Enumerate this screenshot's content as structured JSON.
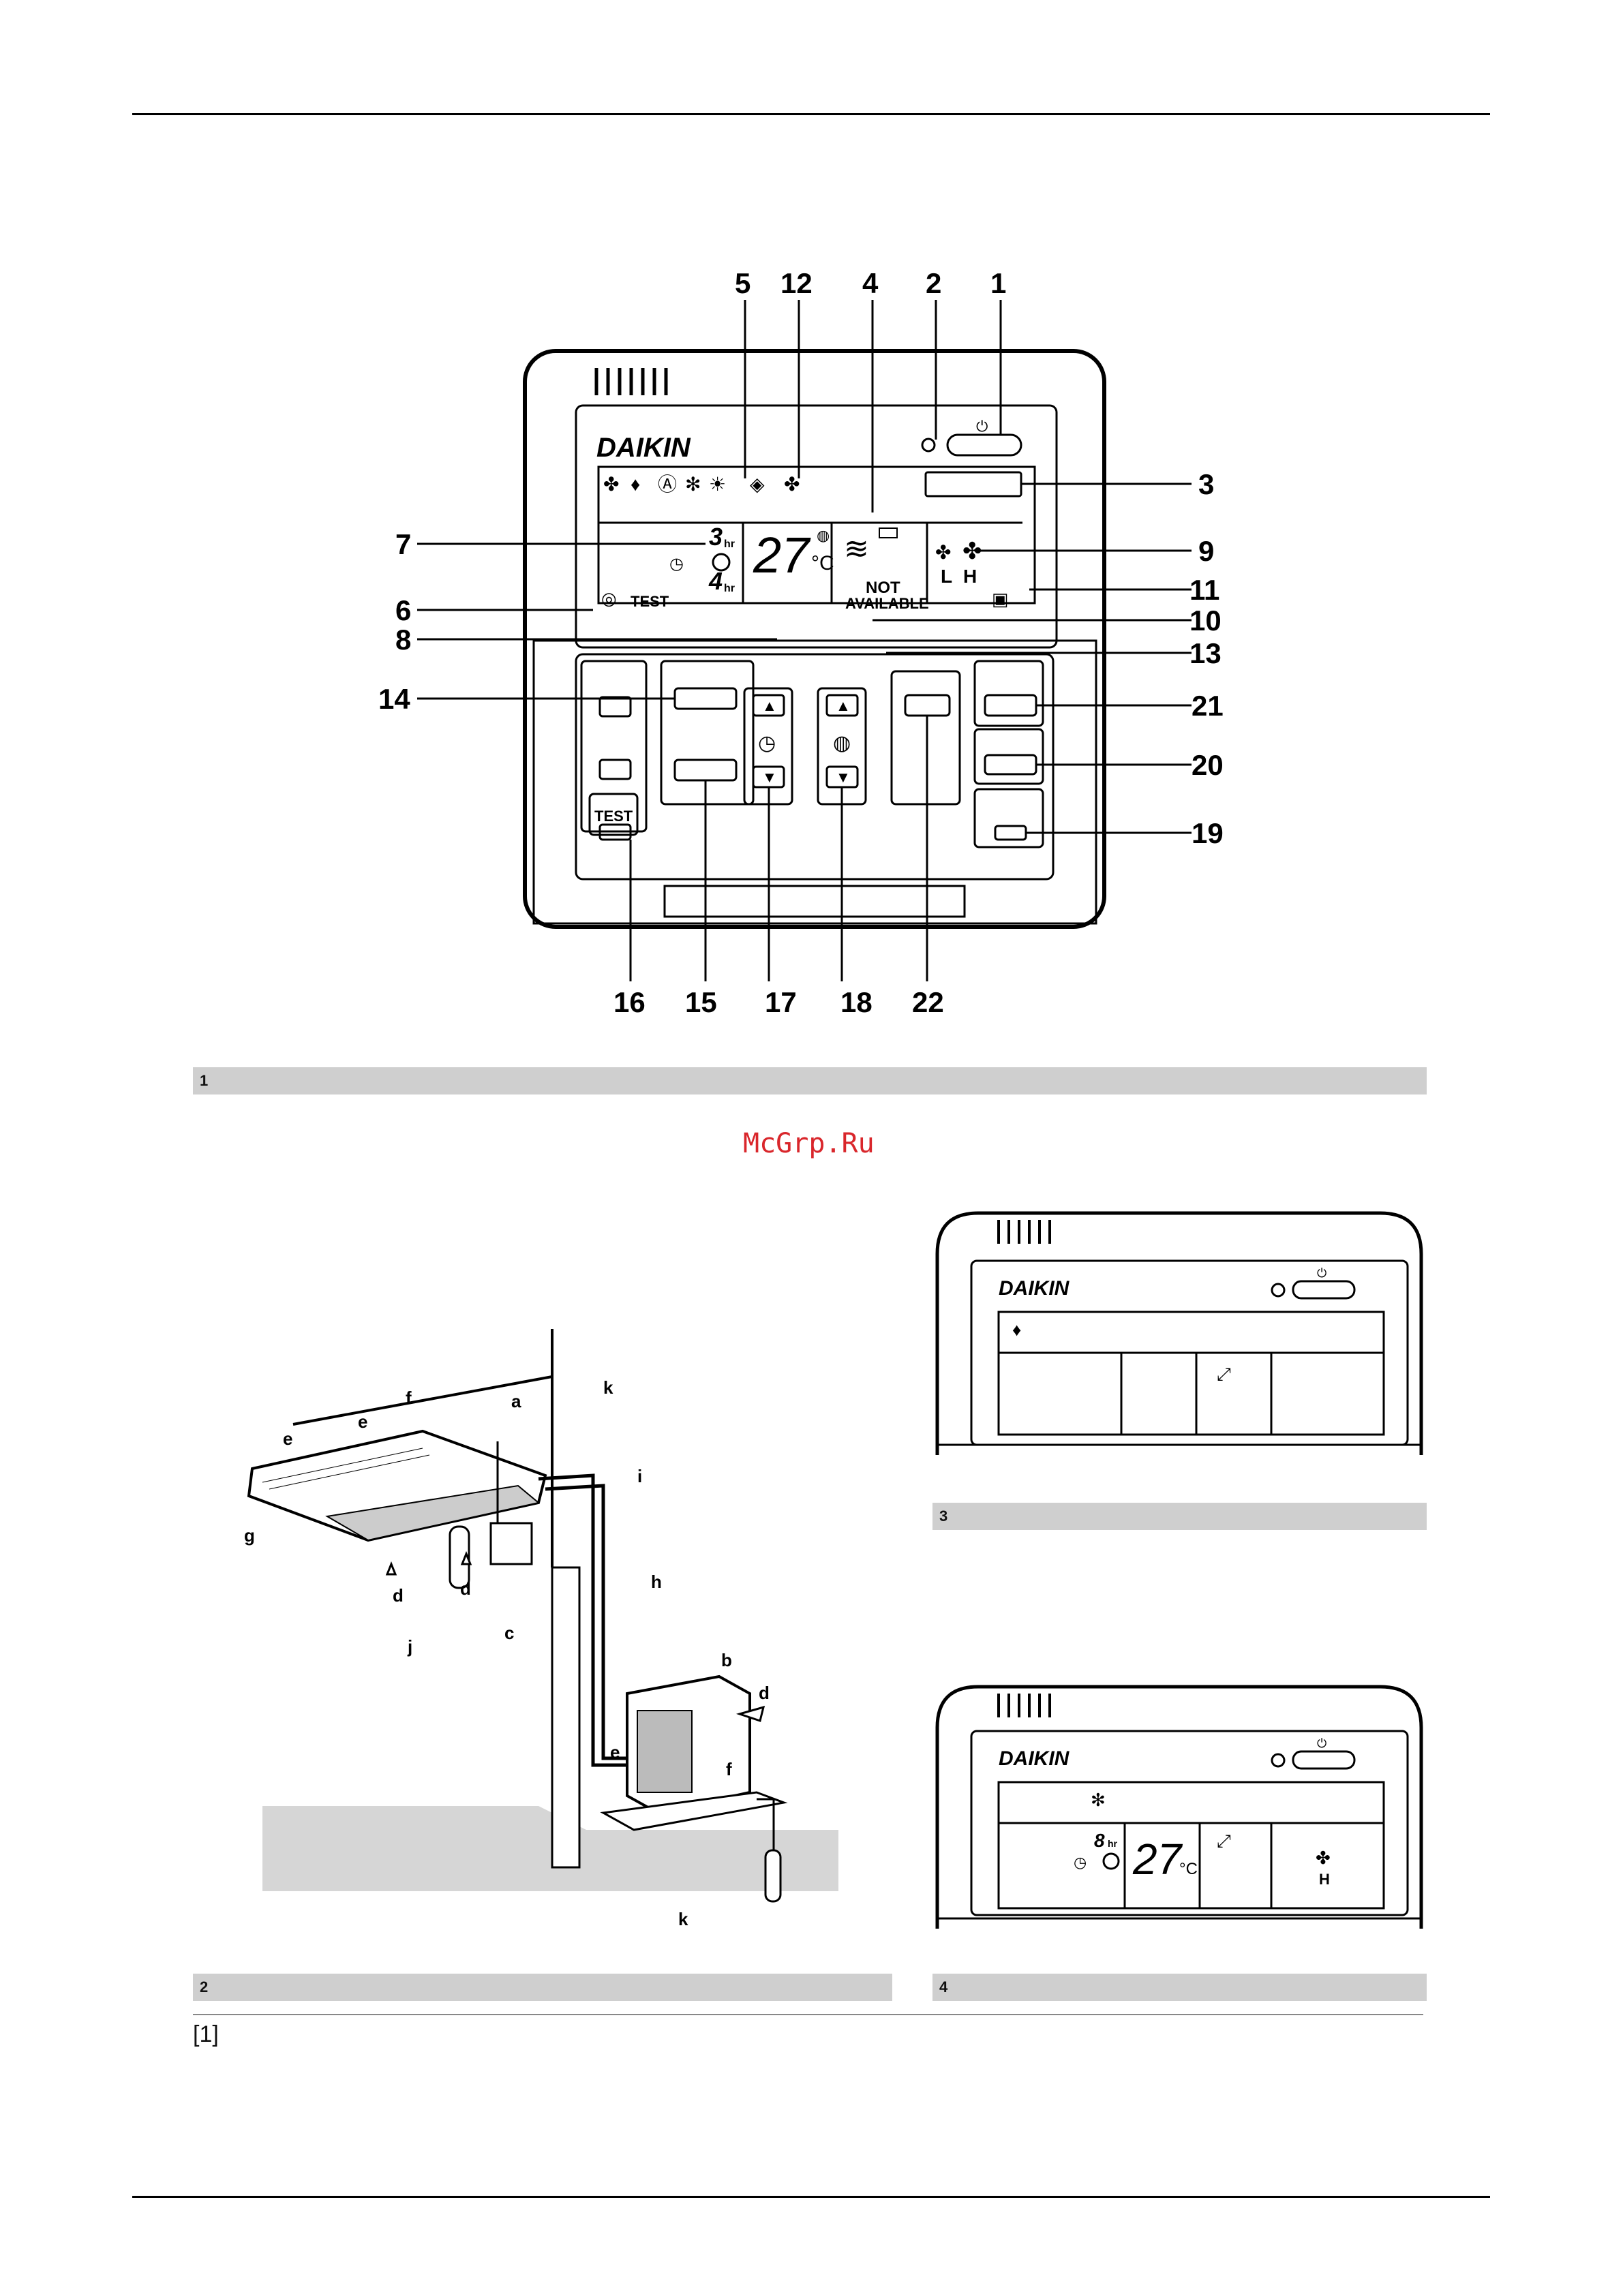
{
  "watermark": "McGrp.Ru",
  "figures": [
    {
      "number": "1"
    },
    {
      "number": "2"
    },
    {
      "number": "3"
    },
    {
      "number": "4"
    }
  ],
  "footnote": "[1]",
  "controller": {
    "brand": "DAIKIN",
    "callouts_top": [
      "5",
      "12",
      "4",
      "2",
      "1"
    ],
    "callouts_right": [
      "3",
      "9",
      "11",
      "10",
      "13",
      "21",
      "20",
      "19"
    ],
    "callouts_left": [
      "7",
      "6",
      "8",
      "14"
    ],
    "callouts_bottom": [
      "16",
      "15",
      "17",
      "18",
      "22"
    ],
    "timer_hr_top": "3",
    "timer_hr_bottom": "4",
    "hr_unit": "hr",
    "temperature": "27",
    "temp_unit": "°C",
    "not_available_1": "NOT",
    "not_available_2": "AVAILABLE",
    "test_label": "TEST",
    "fan_low": "L",
    "fan_high": "H",
    "test_button_label": "TEST"
  },
  "installation": {
    "labels": [
      "a",
      "b",
      "c",
      "d",
      "d",
      "d",
      "e",
      "e",
      "e",
      "f",
      "f",
      "g",
      "h",
      "i",
      "j",
      "k",
      "k"
    ]
  },
  "panel4": {
    "timer": "8",
    "hr_unit": "hr",
    "temperature": "27",
    "temp_unit": "°C",
    "fan": "H"
  },
  "icons": [
    "power-icon",
    "snowflake-icon",
    "fan-icon",
    "clock-icon",
    "thermometer-icon",
    "dry-icon",
    "test-eye-icon",
    "filter-icon",
    "louver-icon"
  ]
}
